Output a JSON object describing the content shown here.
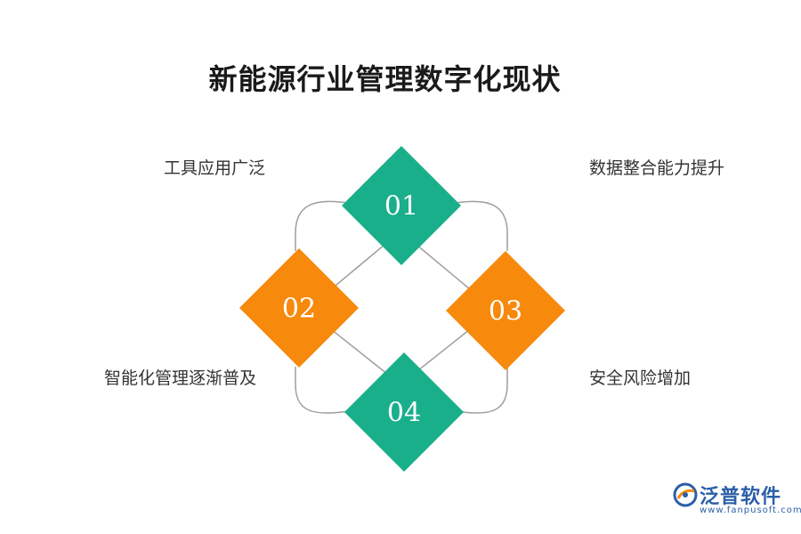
{
  "title": "新能源行业管理数字化现状",
  "nodes": [
    {
      "id": "01",
      "label": "工具应用广泛",
      "color": "#1aaf8b"
    },
    {
      "id": "02",
      "label": "智能化管理逐渐普及",
      "color": "#f7890c"
    },
    {
      "id": "03",
      "label": "数据整合能力提升",
      "color": "#f7890c"
    },
    {
      "id": "04",
      "label": "安全风险增加",
      "color": "#1aaf8b"
    }
  ],
  "colors": {
    "teal": "#1aaf8b",
    "orange": "#f7890c",
    "connector": "#9e9e9e"
  },
  "logo": {
    "name": "泛普软件",
    "url": "www.fanpusoft.com",
    "icon": "fanpu-logo-icon"
  }
}
